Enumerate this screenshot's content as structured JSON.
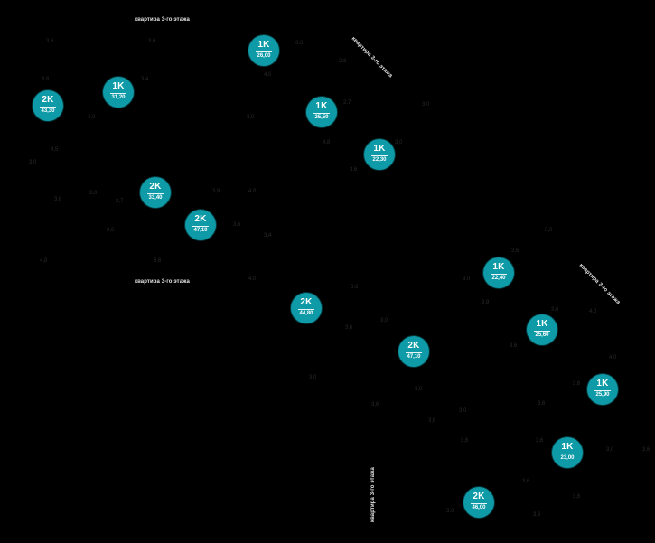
{
  "colors": {
    "background": "#000000",
    "badge": "#0e9aa7",
    "badge_text": "#ffffff",
    "label": "#e6e6e6",
    "dimension_text": "#2a2a2a"
  },
  "section_labels": [
    {
      "text": "квартира 3-го этажа"
    },
    {
      "text": "квартира 3-го этажа"
    },
    {
      "text": "квартира 3-го этажа"
    },
    {
      "text": "квартира 3-го этажа"
    },
    {
      "text": "квартира 3-го этажа"
    }
  ],
  "apartments": [
    {
      "rooms": "1K",
      "area": "26,00"
    },
    {
      "rooms": "1K",
      "area": "31,20"
    },
    {
      "rooms": "2K",
      "area": "43,30"
    },
    {
      "rooms": "1K",
      "area": "25,50"
    },
    {
      "rooms": "1K",
      "area": "22,30"
    },
    {
      "rooms": "2K",
      "area": "33,40"
    },
    {
      "rooms": "2K",
      "area": "47,10"
    },
    {
      "rooms": "1K",
      "area": "22,40"
    },
    {
      "rooms": "2K",
      "area": "44,80"
    },
    {
      "rooms": "1K",
      "area": "25,60"
    },
    {
      "rooms": "2K",
      "area": "47,10"
    },
    {
      "rooms": "1K",
      "area": "25,90"
    },
    {
      "rooms": "1K",
      "area": "23,00"
    },
    {
      "rooms": "2K",
      "area": "46,00"
    }
  ],
  "dimensions": [
    {
      "text": "3,6"
    },
    {
      "text": "3,6"
    },
    {
      "text": "3,6"
    },
    {
      "text": "2,8"
    },
    {
      "text": "4,0"
    },
    {
      "text": "3,8"
    },
    {
      "text": "3,4"
    },
    {
      "text": "2,7"
    },
    {
      "text": "3,0"
    },
    {
      "text": "4,0"
    },
    {
      "text": "3,0"
    },
    {
      "text": "4,8"
    },
    {
      "text": "3,0"
    },
    {
      "text": "4,5"
    },
    {
      "text": "3,0"
    },
    {
      "text": "3,6"
    },
    {
      "text": "3,0"
    },
    {
      "text": "3,9"
    },
    {
      "text": "4,0"
    },
    {
      "text": "3,6"
    },
    {
      "text": "2,7"
    },
    {
      "text": "3,6"
    },
    {
      "text": "3,6"
    },
    {
      "text": "3,4"
    },
    {
      "text": "3,0"
    },
    {
      "text": "3,6"
    },
    {
      "text": "4,8"
    },
    {
      "text": "3,6"
    },
    {
      "text": "4,0"
    },
    {
      "text": "3,0"
    },
    {
      "text": "3,6"
    },
    {
      "text": "3,9"
    },
    {
      "text": "3,6"
    },
    {
      "text": "4,0"
    },
    {
      "text": "3,0"
    },
    {
      "text": "3,6"
    },
    {
      "text": "3,6"
    },
    {
      "text": "4,0"
    },
    {
      "text": "3,0"
    },
    {
      "text": "3,0"
    },
    {
      "text": "3,6"
    },
    {
      "text": "3,6"
    },
    {
      "text": "3,6"
    },
    {
      "text": "3,0"
    },
    {
      "text": "3,6"
    },
    {
      "text": "3,6"
    },
    {
      "text": "3,6"
    },
    {
      "text": "3,0"
    },
    {
      "text": "3,6"
    },
    {
      "text": "3,6"
    },
    {
      "text": "3,6"
    },
    {
      "text": "3,0"
    },
    {
      "text": "3,6"
    }
  ]
}
